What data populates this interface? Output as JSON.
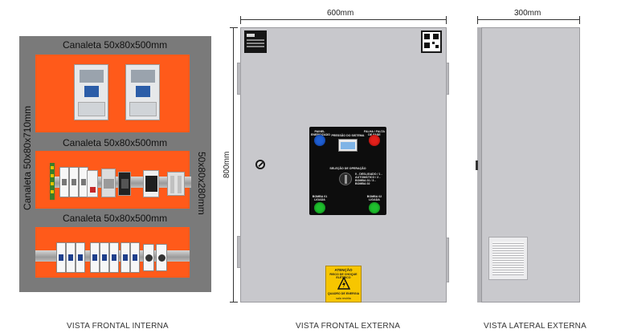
{
  "internal": {
    "vertical_label": "Canaleta 50x80x710mm",
    "top_label": "Canaleta 50x80x500mm",
    "middle_label": "Canaleta 50x80x500mm",
    "bottom_label": "Canaleta 50x80x500mm",
    "right_label": "50x80x280mm"
  },
  "front": {
    "width_dim": "600mm",
    "height_dim": "800mm",
    "control_panel": {
      "top_left_label": "PAINEL ENERGIZADO",
      "top_right_label": "FALHA / FALTA DE FASE",
      "display_label": "PRESSÃO DO SISTEMA",
      "selector_title": "SELEÇÃO DE OPERAÇÃO",
      "selector_options": "0 - DESLIGADO / 1 - AUTOMÁTICO / 2 - BOMBA 01 / 3 - BOMBA 02",
      "bottom_left_label": "BOMBA 01 LIGADA",
      "bottom_right_label": "BOMBA 02 LIGADA"
    },
    "warning": {
      "title": "ATENÇÃO",
      "subtitle": "RISCO DE CHOQUE ELÉTRICO",
      "footer": "QUADRO DE ENERGIA",
      "small": "sala restrita"
    }
  },
  "side": {
    "width_dim": "300mm"
  },
  "captions": {
    "internal": "VISTA FRONTAL INTERNA",
    "front": "VISTA FRONTAL EXTERNA",
    "side": "VISTA LATERAL EXTERNA"
  },
  "colors": {
    "orange_plate": "#ff5a1a",
    "enclosure": "#c8c8cc",
    "lamp_blue": "#1f5fd1",
    "lamp_red": "#e3201b",
    "lamp_green": "#1fbf2e",
    "warning_yellow": "#f7c600"
  }
}
